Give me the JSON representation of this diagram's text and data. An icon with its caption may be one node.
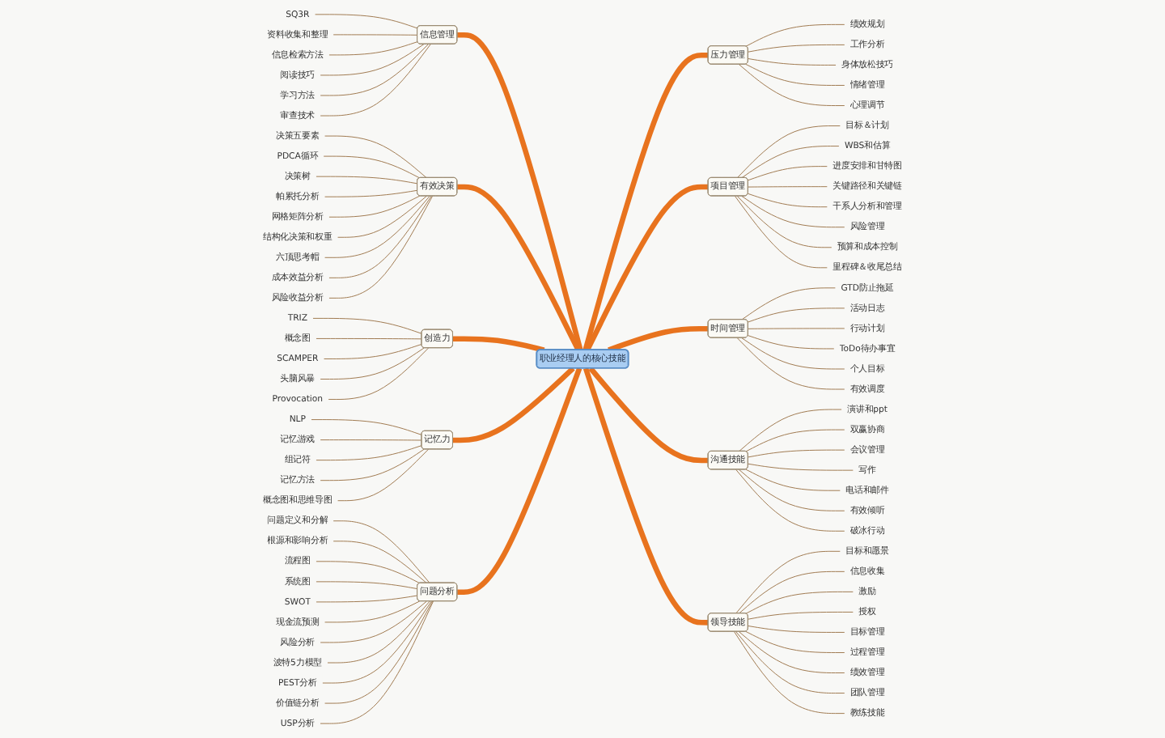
{
  "diagram": {
    "nodes": [
      {
        "text": [
          "职业经理人的核心技能"
        ]
      },
      {
        "text": [
          "信息管理"
        ]
      },
      {
        "text": [
          "SQ3R"
        ]
      },
      {
        "text": [
          "资料收集和整理"
        ]
      },
      {
        "text": [
          "信息检索方法"
        ]
      },
      {
        "text": [
          "阅读技巧"
        ]
      },
      {
        "text": [
          "学习方法"
        ]
      },
      {
        "text": [
          "审查技术"
        ]
      },
      {
        "text": [
          "有效决策"
        ]
      },
      {
        "text": [
          "决策五要素"
        ]
      },
      {
        "text": [
          "PDCA循环"
        ]
      },
      {
        "text": [
          "决策树"
        ]
      },
      {
        "text": [
          "帕累托分析"
        ]
      },
      {
        "text": [
          "网格矩阵分析"
        ]
      },
      {
        "text": [
          "结构化决策和权重"
        ]
      },
      {
        "text": [
          "六顶思考帽"
        ]
      },
      {
        "text": [
          "成本效益分析"
        ]
      },
      {
        "text": [
          "风险收益分析"
        ]
      },
      {
        "text": [
          "创造力"
        ]
      },
      {
        "text": [
          "TRIZ"
        ]
      },
      {
        "text": [
          "概念图"
        ]
      },
      {
        "text": [
          "SCAMPER"
        ]
      },
      {
        "text": [
          "头脑风暴"
        ]
      },
      {
        "text": [
          "Provocation"
        ]
      },
      {
        "text": [
          "记忆力"
        ]
      },
      {
        "text": [
          "NLP"
        ]
      },
      {
        "text": [
          "记忆游戏"
        ]
      },
      {
        "text": [
          "组记符"
        ]
      },
      {
        "text": [
          "记忆方法"
        ]
      },
      {
        "text": [
          "概念图和思维导图"
        ]
      },
      {
        "text": [
          "问题分析"
        ]
      },
      {
        "text": [
          "问题定义和分解"
        ]
      },
      {
        "text": [
          "根源和影响分析"
        ]
      },
      {
        "text": [
          "流程图"
        ]
      },
      {
        "text": [
          "系统图"
        ]
      },
      {
        "text": [
          "SWOT"
        ]
      },
      {
        "text": [
          "现金流预测"
        ]
      },
      {
        "text": [
          "风险分析"
        ]
      },
      {
        "text": [
          "波特5力模型"
        ]
      },
      {
        "text": [
          "PEST分析"
        ]
      },
      {
        "text": [
          "价值链分析"
        ]
      },
      {
        "text": [
          "USP分析"
        ]
      },
      {
        "text": [
          "压力管理"
        ]
      },
      {
        "text": [
          "绩效规划"
        ]
      },
      {
        "text": [
          "工作分析"
        ]
      },
      {
        "text": [
          "身体放松技巧"
        ]
      },
      {
        "text": [
          "情绪管理"
        ]
      },
      {
        "text": [
          "心理调节"
        ]
      },
      {
        "text": [
          "项目管理"
        ]
      },
      {
        "text": [
          "目标＆计划"
        ]
      },
      {
        "text": [
          "WBS和估算"
        ]
      },
      {
        "text": [
          "进度安排和甘特图"
        ]
      },
      {
        "text": [
          "关键路径和关键链"
        ]
      },
      {
        "text": [
          "干系人分析和管理"
        ]
      },
      {
        "text": [
          "风险管理"
        ]
      },
      {
        "text": [
          "预算和成本控制"
        ]
      },
      {
        "text": [
          "里程碑＆收尾总结"
        ]
      },
      {
        "text": [
          "时间管理"
        ]
      },
      {
        "text": [
          "GTD防止拖延"
        ]
      },
      {
        "text": [
          "活动日志"
        ]
      },
      {
        "text": [
          "行动计划"
        ]
      },
      {
        "text": [
          "ToDo待办事宜"
        ]
      },
      {
        "text": [
          "个人目标"
        ]
      },
      {
        "text": [
          "有效调度"
        ]
      },
      {
        "text": [
          "沟通技能"
        ]
      },
      {
        "text": [
          "演讲和ppt"
        ]
      },
      {
        "text": [
          "双赢协商"
        ]
      },
      {
        "text": [
          "会议管理"
        ]
      },
      {
        "text": [
          "写作"
        ]
      },
      {
        "text": [
          "电话和邮件"
        ]
      },
      {
        "text": [
          "有效倾听"
        ]
      },
      {
        "text": [
          "破冰行动"
        ]
      },
      {
        "text": [
          "领导技能"
        ]
      },
      {
        "text": [
          "目标和愿景"
        ]
      },
      {
        "text": [
          "信息收集"
        ]
      },
      {
        "text": [
          "激励"
        ]
      },
      {
        "text": [
          "授权"
        ]
      },
      {
        "text": [
          "目标管理"
        ]
      },
      {
        "text": [
          "过程管理"
        ]
      },
      {
        "text": [
          "绩效管理"
        ]
      },
      {
        "text": [
          "团队管理"
        ]
      },
      {
        "text": [
          "教练技能"
        ]
      }
    ],
    "edges": [
      {
        "from": 0,
        "to": 1,
        "arrow": "none",
        "style": "thick",
        "color": "#e8731e"
      },
      {
        "from": 0,
        "to": 8,
        "arrow": "none",
        "style": "thick",
        "color": "#e8731e"
      },
      {
        "from": 0,
        "to": 18,
        "arrow": "none",
        "style": "thick",
        "color": "#e8731e"
      },
      {
        "from": 0,
        "to": 24,
        "arrow": "none",
        "style": "thick",
        "color": "#e8731e"
      },
      {
        "from": 0,
        "to": 30,
        "arrow": "none",
        "style": "thick",
        "color": "#e8731e"
      },
      {
        "from": 0,
        "to": 42,
        "arrow": "none",
        "style": "thick",
        "color": "#e8731e"
      },
      {
        "from": 0,
        "to": 48,
        "arrow": "none",
        "style": "thick",
        "color": "#e8731e"
      },
      {
        "from": 0,
        "to": 57,
        "arrow": "none",
        "style": "thick",
        "color": "#e8731e"
      },
      {
        "from": 0,
        "to": 64,
        "arrow": "none",
        "style": "thick",
        "color": "#e8731e"
      },
      {
        "from": 0,
        "to": 72,
        "arrow": "none",
        "style": "thick",
        "color": "#e8731e"
      },
      {
        "from": 1,
        "to": 2,
        "arrow": "none"
      },
      {
        "from": 1,
        "to": 3,
        "arrow": "none"
      },
      {
        "from": 1,
        "to": 4,
        "arrow": "none"
      },
      {
        "from": 1,
        "to": 5,
        "arrow": "none"
      },
      {
        "from": 1,
        "to": 6,
        "arrow": "none"
      },
      {
        "from": 1,
        "to": 7,
        "arrow": "none"
      },
      {
        "from": 8,
        "to": 9,
        "arrow": "none"
      },
      {
        "from": 8,
        "to": 10,
        "arrow": "none"
      },
      {
        "from": 8,
        "to": 11,
        "arrow": "none"
      },
      {
        "from": 8,
        "to": 12,
        "arrow": "none"
      },
      {
        "from": 8,
        "to": 13,
        "arrow": "none"
      },
      {
        "from": 8,
        "to": 14,
        "arrow": "none"
      },
      {
        "from": 8,
        "to": 15,
        "arrow": "none"
      },
      {
        "from": 8,
        "to": 16,
        "arrow": "none"
      },
      {
        "from": 8,
        "to": 17,
        "arrow": "none"
      },
      {
        "from": 18,
        "to": 19,
        "arrow": "none"
      },
      {
        "from": 18,
        "to": 20,
        "arrow": "none"
      },
      {
        "from": 18,
        "to": 21,
        "arrow": "none"
      },
      {
        "from": 18,
        "to": 22,
        "arrow": "none"
      },
      {
        "from": 18,
        "to": 23,
        "arrow": "none"
      },
      {
        "from": 24,
        "to": 25,
        "arrow": "none"
      },
      {
        "from": 24,
        "to": 26,
        "arrow": "none"
      },
      {
        "from": 24,
        "to": 27,
        "arrow": "none"
      },
      {
        "from": 24,
        "to": 28,
        "arrow": "none"
      },
      {
        "from": 24,
        "to": 29,
        "arrow": "none"
      },
      {
        "from": 30,
        "to": 31,
        "arrow": "none"
      },
      {
        "from": 30,
        "to": 32,
        "arrow": "none"
      },
      {
        "from": 30,
        "to": 33,
        "arrow": "none"
      },
      {
        "from": 30,
        "to": 34,
        "arrow": "none"
      },
      {
        "from": 30,
        "to": 35,
        "arrow": "none"
      },
      {
        "from": 30,
        "to": 36,
        "arrow": "none"
      },
      {
        "from": 30,
        "to": 37,
        "arrow": "none"
      },
      {
        "from": 30,
        "to": 38,
        "arrow": "none"
      },
      {
        "from": 30,
        "to": 39,
        "arrow": "none"
      },
      {
        "from": 30,
        "to": 40,
        "arrow": "none"
      },
      {
        "from": 30,
        "to": 41,
        "arrow": "none"
      },
      {
        "from": 42,
        "to": 43,
        "arrow": "none"
      },
      {
        "from": 42,
        "to": 44,
        "arrow": "none"
      },
      {
        "from": 42,
        "to": 45,
        "arrow": "none"
      },
      {
        "from": 42,
        "to": 46,
        "arrow": "none"
      },
      {
        "from": 42,
        "to": 47,
        "arrow": "none"
      },
      {
        "from": 48,
        "to": 49,
        "arrow": "none"
      },
      {
        "from": 48,
        "to": 50,
        "arrow": "none"
      },
      {
        "from": 48,
        "to": 51,
        "arrow": "none"
      },
      {
        "from": 48,
        "to": 52,
        "arrow": "none"
      },
      {
        "from": 48,
        "to": 53,
        "arrow": "none"
      },
      {
        "from": 48,
        "to": 54,
        "arrow": "none"
      },
      {
        "from": 48,
        "to": 55,
        "arrow": "none"
      },
      {
        "from": 48,
        "to": 56,
        "arrow": "none"
      },
      {
        "from": 57,
        "to": 58,
        "arrow": "none"
      },
      {
        "from": 57,
        "to": 59,
        "arrow": "none"
      },
      {
        "from": 57,
        "to": 60,
        "arrow": "none"
      },
      {
        "from": 57,
        "to": 61,
        "arrow": "none"
      },
      {
        "from": 57,
        "to": 62,
        "arrow": "none"
      },
      {
        "from": 57,
        "to": 63,
        "arrow": "none"
      },
      {
        "from": 64,
        "to": 65,
        "arrow": "none"
      },
      {
        "from": 64,
        "to": 66,
        "arrow": "none"
      },
      {
        "from": 64,
        "to": 67,
        "arrow": "none"
      },
      {
        "from": 64,
        "to": 68,
        "arrow": "none"
      },
      {
        "from": 64,
        "to": 69,
        "arrow": "none"
      },
      {
        "from": 64,
        "to": 70,
        "arrow": "none"
      },
      {
        "from": 64,
        "to": 71,
        "arrow": "none"
      },
      {
        "from": 72,
        "to": 73,
        "arrow": "none"
      },
      {
        "from": 72,
        "to": 74,
        "arrow": "none"
      },
      {
        "from": 72,
        "to": 75,
        "arrow": "none"
      },
      {
        "from": 72,
        "to": 76,
        "arrow": "none"
      },
      {
        "from": 72,
        "to": 77,
        "arrow": "none"
      },
      {
        "from": 72,
        "to": 78,
        "arrow": "none"
      },
      {
        "from": 72,
        "to": 79,
        "arrow": "none"
      },
      {
        "from": 72,
        "to": 80,
        "arrow": "none"
      },
      {
        "from": 72,
        "to": 81,
        "arrow": "none"
      }
    ]
  }
}
